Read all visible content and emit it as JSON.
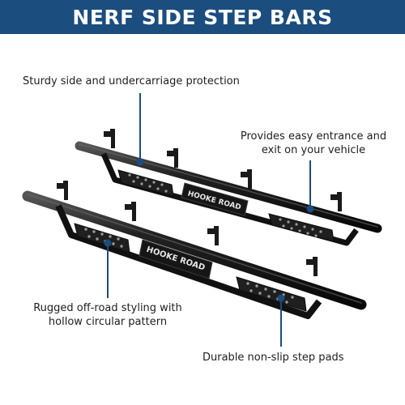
{
  "banner": {
    "title": "NERF SIDE STEP BARS",
    "color": "#1b4d7e"
  },
  "callouts": {
    "protection": "Sturdy side and undercarriage protection",
    "entrance_line1": "Provides easy entrance and",
    "entrance_line2": "exit on your vehicle",
    "styling_line1": "Rugged off-road styling with",
    "styling_line2": "hollow circular pattern",
    "pads": "Durable non-slip step pads"
  },
  "product": {
    "brand_text": "HOOKE ROAD",
    "bar_color": "#1a1a1a",
    "leader_color": "#1b4d7e"
  }
}
